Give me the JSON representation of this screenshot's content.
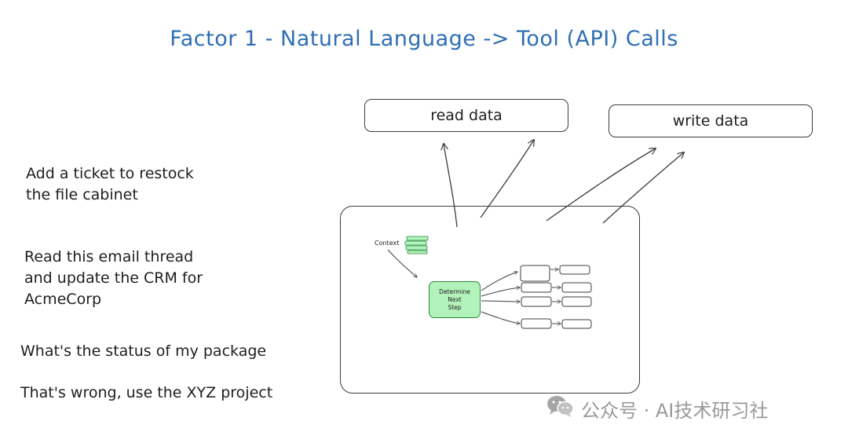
{
  "title": "Factor 1 - Natural Language -> Tool (API) Calls",
  "prompts": [
    "Add a ticket to restock\nthe file cabinet",
    "Read this email thread\nand update the CRM for\nAcmeCorp",
    "What's the status of my package",
    "That's wrong, use the XYZ project"
  ],
  "tools": {
    "read": "read data",
    "write": "write data"
  },
  "agent": {
    "context_label": "Context",
    "node_label": "Determine\nNext\nStep"
  },
  "watermark": {
    "text": "公众号 · AI技术研习社",
    "icon": "wechat-icon"
  },
  "colors": {
    "title": "#2f6fb4",
    "node_fill": "#b2f2bb",
    "node_stroke": "#2b8a3e",
    "context_fill": "#b2f2bb"
  }
}
